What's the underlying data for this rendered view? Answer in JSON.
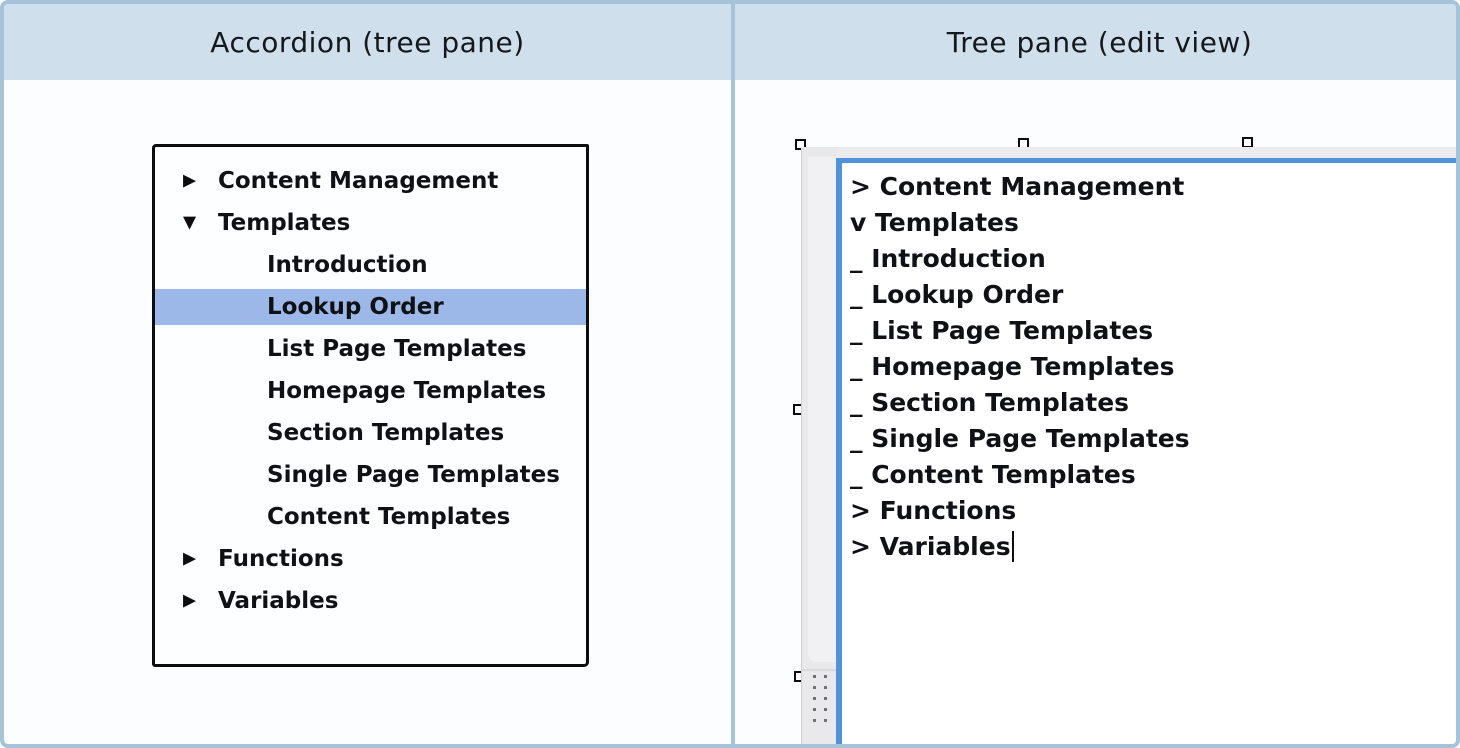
{
  "panels": {
    "left": {
      "title": "Accordion (tree pane)"
    },
    "right": {
      "title": "Tree pane (edit view)"
    }
  },
  "accordion": {
    "items": [
      {
        "label": "Content Management",
        "type": "parent",
        "state": "collapsed",
        "selected": false
      },
      {
        "label": "Templates",
        "type": "parent",
        "state": "expanded",
        "selected": false
      },
      {
        "label": "Introduction",
        "type": "child",
        "selected": false
      },
      {
        "label": "Lookup Order",
        "type": "child",
        "selected": true
      },
      {
        "label": "List Page Templates",
        "type": "child",
        "selected": false
      },
      {
        "label": "Homepage Templates",
        "type": "child",
        "selected": false
      },
      {
        "label": "Section Templates",
        "type": "child",
        "selected": false
      },
      {
        "label": "Single Page Templates",
        "type": "child",
        "selected": false
      },
      {
        "label": "Content Templates",
        "type": "child",
        "selected": false
      },
      {
        "label": "Functions",
        "type": "parent",
        "state": "collapsed",
        "selected": false
      },
      {
        "label": "Variables",
        "type": "parent",
        "state": "collapsed",
        "selected": false
      }
    ]
  },
  "edit_view": {
    "lines": [
      "> Content Management",
      "v Templates",
      "_ Introduction",
      "_ Lookup Order",
      "_ List Page Templates",
      "_ Homepage Templates",
      "_ Section Templates",
      "_ Single Page Templates",
      "_ Content Templates",
      "> Functions",
      "> Variables"
    ],
    "cursor_after_line": 10
  },
  "icons": {
    "collapsed": "right-triangle-icon",
    "expanded": "down-triangle-icon",
    "drag_dots": "drag-dots-icon",
    "handles": "selection-handle"
  },
  "colors": {
    "header_bg": "#cfdfeb",
    "frame_border": "#a6c4d9",
    "pane_bg": "#fbfdff",
    "selected_row": "#9bb8e8",
    "edit_border": "#4f93da",
    "dimmed_widget": "#ececef",
    "sketch_ink": "#0d0d0d"
  }
}
